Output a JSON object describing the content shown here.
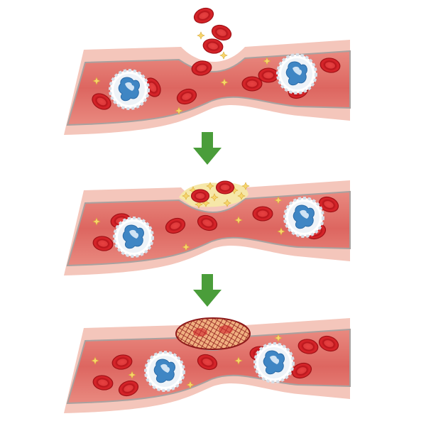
{
  "colors": {
    "vessel_wall": "#f4c6bb",
    "vessel_wall_line": "#a9a19f",
    "lumen": "#e2706a",
    "red_cell": "#d1242a",
    "red_cell_inner": "#b3151b",
    "white_cell_nucleus": "#3f86c4",
    "platelet": "#f7d66b",
    "arrow": "#4a9d3a",
    "clot_mesh": "#8e1a1a"
  },
  "stages": [
    {
      "state": "injury"
    },
    {
      "state": "platelet-plug"
    },
    {
      "state": "fibrin-clot"
    }
  ]
}
